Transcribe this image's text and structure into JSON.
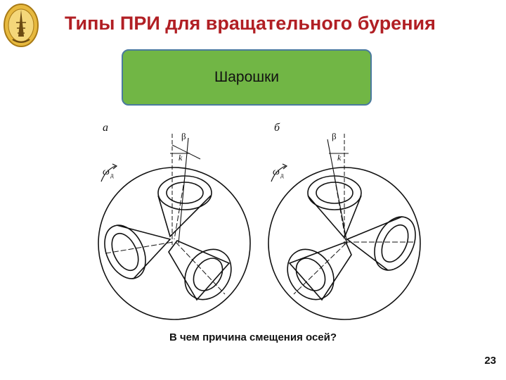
{
  "slide": {
    "title": "Типы ПРИ для вращательного бурения",
    "box_label": "Шарошки",
    "question": "В чем причина смещения осей?",
    "page_number": "23"
  },
  "diagram": {
    "left_panel": {
      "letter": "а",
      "omega": "ω",
      "omega_sub": "д",
      "beta": "β",
      "offset": "k"
    },
    "right_panel": {
      "letter": "б",
      "omega": "ω",
      "omega_sub": "д",
      "beta": "β",
      "offset": "k"
    }
  },
  "colors": {
    "title": "#b11f24",
    "box_fill": "#71b645",
    "box_border": "#4a7a9e",
    "logo_gold": "#d9a62e"
  },
  "icons": {
    "logo": "university-emblem-icon"
  }
}
